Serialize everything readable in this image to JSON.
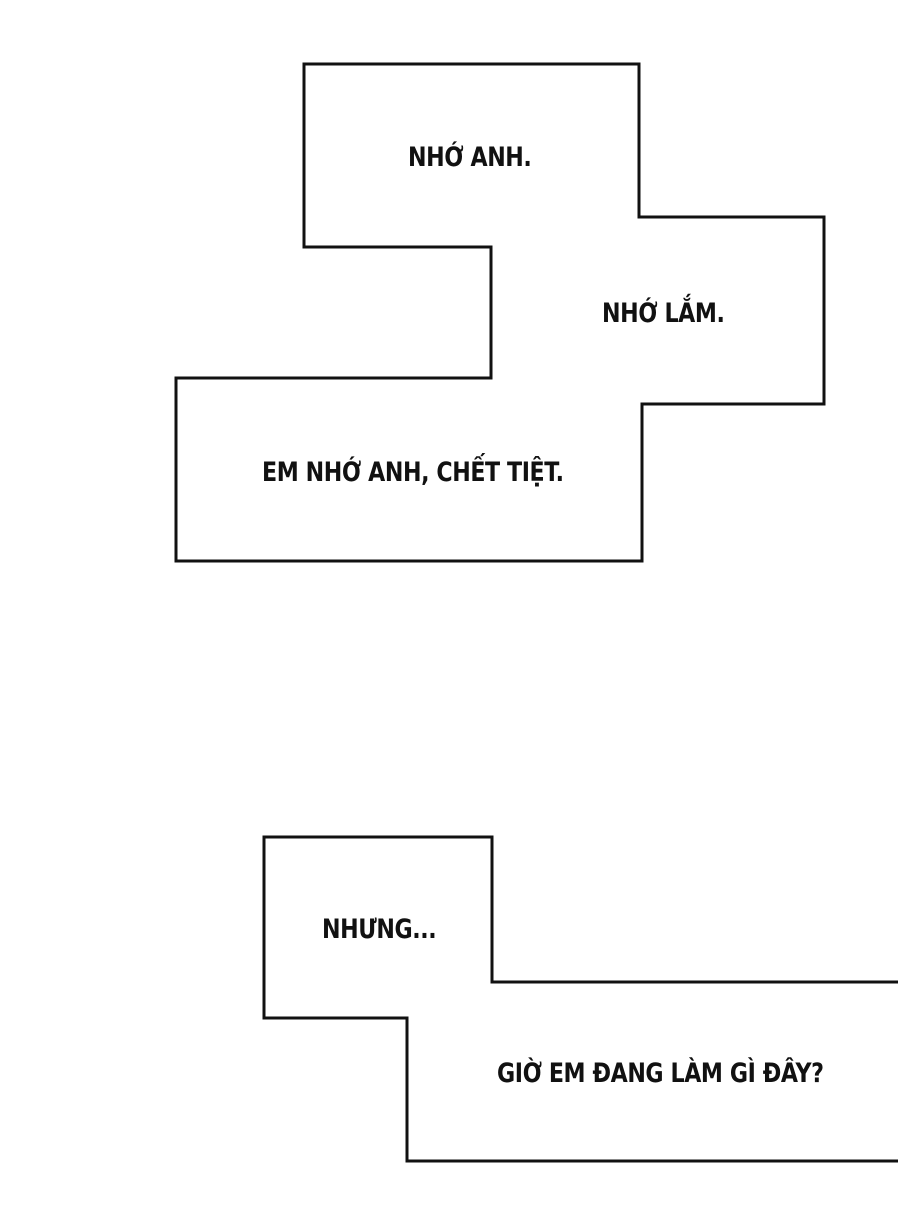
{
  "top_box": {
    "line1": "NHỚ ANH.",
    "line2": "NHỚ LẮM.",
    "line3": "EM NHỚ ANH, CHẾT TIỆT."
  },
  "bottom_box": {
    "line1": "NHƯNG...",
    "line2": "GIỜ EM ĐANG LÀM GÌ ĐÂY?"
  },
  "colors": {
    "background": "#ffffff",
    "border": "#111111",
    "text": "#111111"
  }
}
